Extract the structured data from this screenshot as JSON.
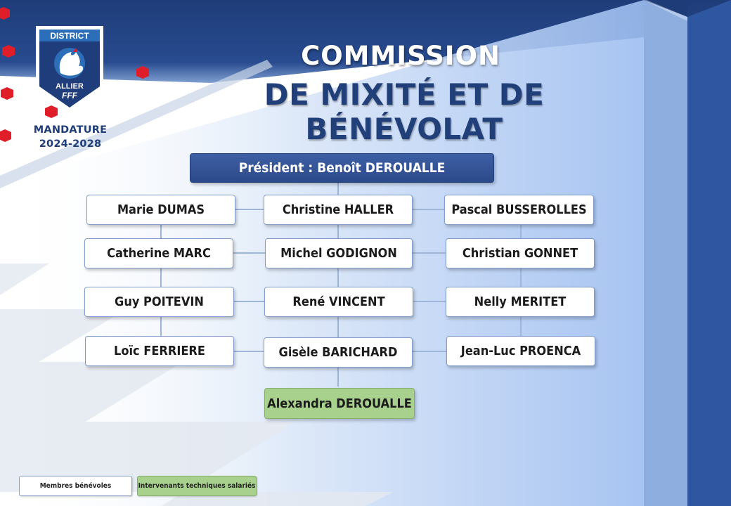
{
  "logo": {
    "top_text": "DISTRICT",
    "bottom_text": "ALLIER",
    "badge_text": "FFF",
    "icon": "rooster-shield-icon"
  },
  "mandature": {
    "label": "MANDATURE",
    "years": "2024-2028"
  },
  "title": {
    "line1": "COMMISSION",
    "line2": "DE MIXITÉ ET DE BÉNÉVOLAT"
  },
  "president": "Président : Benoît DEROUALLE",
  "members": {
    "left": [
      "Marie DUMAS",
      "Catherine MARC",
      "Guy POITEVIN",
      "Loïc FERRIERE"
    ],
    "center": [
      "Christine HALLER",
      "Michel GODIGNON",
      "René VINCENT",
      "Gisèle BARICHARD"
    ],
    "right": [
      "Pascal BUSSEROLLES",
      "Christian GONNET",
      "Nelly MERITET",
      "Jean-Luc PROENCA"
    ]
  },
  "staff": "Alexandra DEROUALLE",
  "legend": {
    "volunteers": "Membres bénévoles",
    "staff": "Intervenants  techniques salariés"
  },
  "colors": {
    "dark_blue": "#213f78",
    "medium_blue": "#2e549b",
    "light_blue": "#c6d8f2",
    "red_accent": "#e01e2a",
    "staff_green": "#a9d18e"
  }
}
